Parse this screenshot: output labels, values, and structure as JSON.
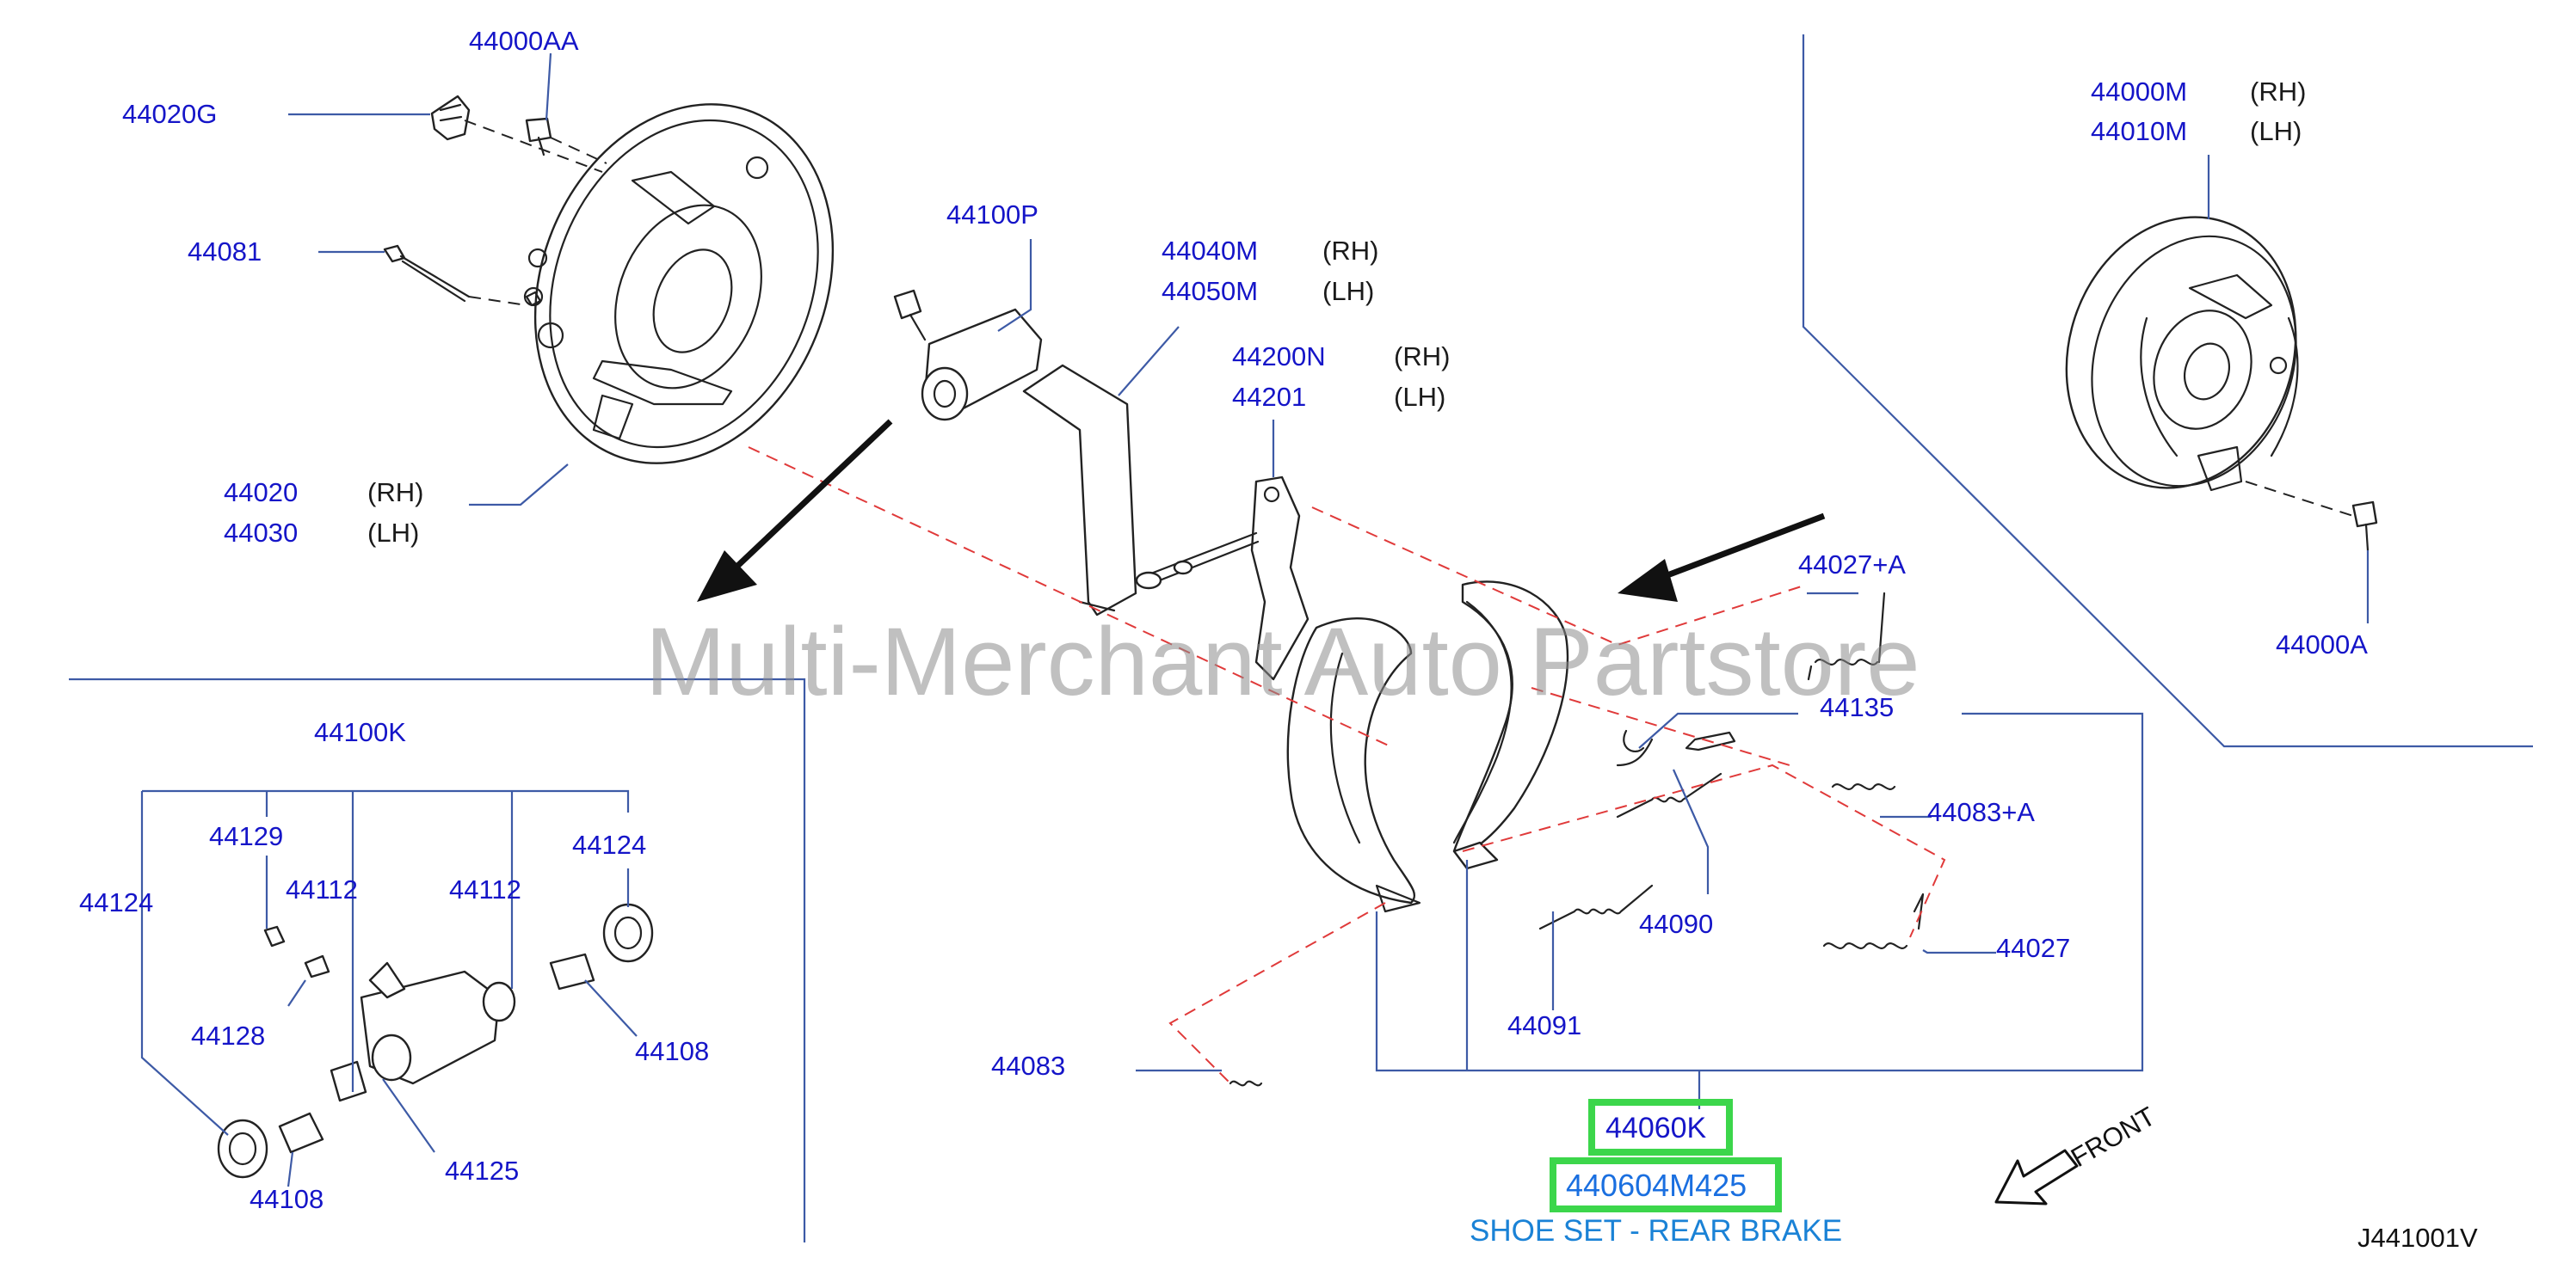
{
  "parts": {
    "p44000AA": "44000AA",
    "p44020G": "44020G",
    "p44081": "44081",
    "p44020": "44020",
    "p44030": "44030",
    "p44100P": "44100P",
    "p44040M": "44040M",
    "p44050M": "44050M",
    "p44200N": "44200N",
    "p44201": "44201",
    "p44000M": "44000M",
    "p44010M": "44010M",
    "p44000A": "44000A",
    "p44027A": "44027+A",
    "p44135": "44135",
    "p44083A": "44083+A",
    "p44090": "44090",
    "p44027": "44027",
    "p44091": "44091",
    "p44083": "44083",
    "p44100K": "44100K",
    "p44129": "44129",
    "p44124a": "44124",
    "p44124b": "44124",
    "p44112a": "44112",
    "p44112b": "44112",
    "p44128": "44128",
    "p44108a": "44108",
    "p44108b": "44108",
    "p44125": "44125"
  },
  "sides": {
    "rh": "(RH)",
    "lh": "(LH)"
  },
  "highlight": {
    "part": "44060K",
    "oem": "440604M425",
    "description": "SHOE SET - REAR BRAKE"
  },
  "watermark": "Multi-Merchant Auto Partstore",
  "diagram_code": "J441001V",
  "front_label": "FRONT",
  "colors": {
    "label": "#1515c8",
    "highlight_box": "#3cd64b",
    "highlight_text": "#1a6fe0",
    "dashed_guide": "#e03a3a"
  }
}
